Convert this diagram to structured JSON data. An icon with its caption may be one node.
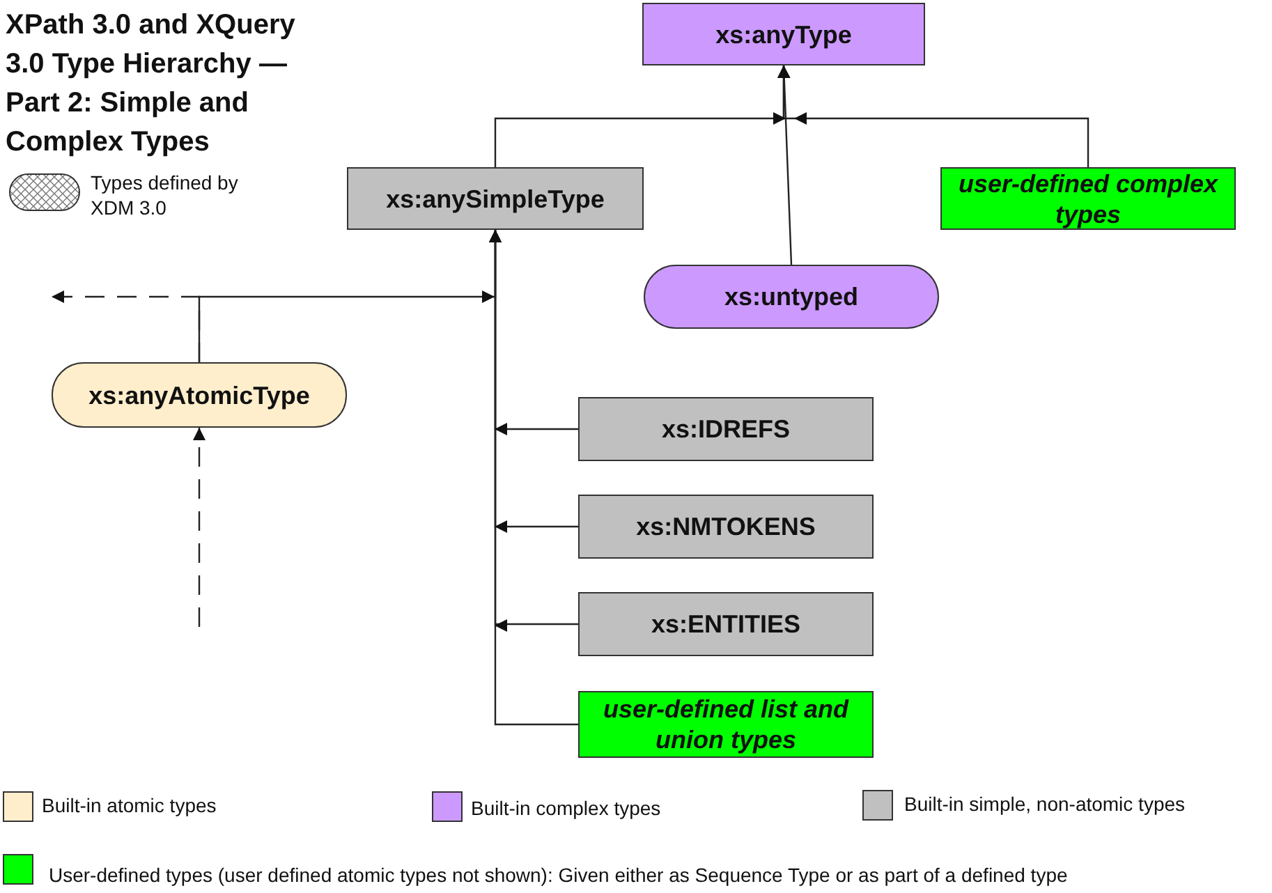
{
  "diagram": {
    "title": "XPath 3.0 and XQuery 3.0 Type Hierarchy — Part 2: Simple and Complex Types",
    "nodes": [
      {
        "text": [
          "xs:anyType"
        ]
      },
      {
        "text": [
          "xs:anySimpleType"
        ]
      },
      {
        "text": [
          "user-defined complex types"
        ]
      },
      {
        "text": [
          "xs:untyped"
        ]
      },
      {
        "text": [
          "xs:anyAtomicType"
        ]
      },
      {
        "text": [
          "xs:IDREFS"
        ]
      },
      {
        "text": [
          "xs:NMTOKENS"
        ]
      },
      {
        "text": [
          "xs:ENTITIES"
        ]
      },
      {
        "text": [
          "user-defined list and union types"
        ]
      }
    ],
    "edges": [
      {
        "from": 1,
        "to": 0,
        "arrow": "to"
      },
      {
        "from": 2,
        "to": 0,
        "arrow": "to"
      },
      {
        "from": 3,
        "to": 0,
        "arrow": "to"
      },
      {
        "from": 4,
        "to": 1,
        "arrow": "to"
      },
      {
        "from": 4,
        "to": null,
        "arrow": "to",
        "style": "dashed"
      },
      {
        "from": null,
        "to": 4,
        "arrow": "to",
        "style": "dashed"
      },
      {
        "from": 5,
        "to": 1,
        "arrow": "to"
      },
      {
        "from": 6,
        "to": 1,
        "arrow": "to"
      },
      {
        "from": 7,
        "to": 1,
        "arrow": "to"
      },
      {
        "from": 8,
        "to": 1,
        "arrow": "to"
      }
    ],
    "legend": [
      {
        "text": "Types defined by XDM 3.0"
      },
      {
        "text": "Built-in atomic types",
        "color": "#ffeecc"
      },
      {
        "text": "Built-in complex types",
        "color": "#cc99ff"
      },
      {
        "text": "Built-in simple, non-atomic types",
        "color": "#c0c0c0"
      },
      {
        "text": "User-defined types (user defined atomic types not shown):  Given either as Sequence Type or as part of a defined type",
        "color": "#00ff00"
      }
    ]
  }
}
